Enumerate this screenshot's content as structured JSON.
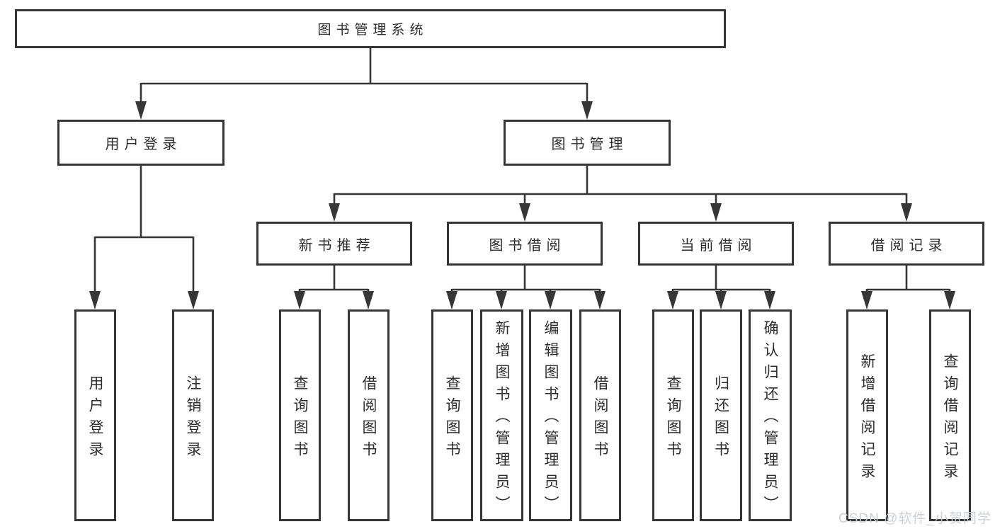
{
  "colors": {
    "line": "#363636",
    "box_border": "#363636",
    "text": "#2d2d2d",
    "background": "#ffffff",
    "watermark": "#caced5"
  },
  "tree": {
    "root": {
      "label": "图书管理系统"
    },
    "children": [
      {
        "label": "用户登录",
        "leaves": [
          "用户登录",
          "注销登录"
        ]
      },
      {
        "label": "图书管理",
        "children": [
          {
            "label": "新书推荐",
            "leaves": [
              "查询图书",
              "借阅图书"
            ]
          },
          {
            "label": "图书借阅",
            "leaves": [
              "查询图书",
              "新增图书（管理员）",
              "编辑图书（管理员）",
              "借阅图书"
            ]
          },
          {
            "label": "当前借阅",
            "leaves": [
              "查询图书",
              "归还图书",
              "确认归还（管理员）"
            ]
          },
          {
            "label": "借阅记录",
            "leaves": [
              "新增借阅记录",
              "查询借阅记录"
            ]
          }
        ]
      }
    ]
  },
  "watermark": {
    "text": "CSDN @软件_小贺同学"
  }
}
